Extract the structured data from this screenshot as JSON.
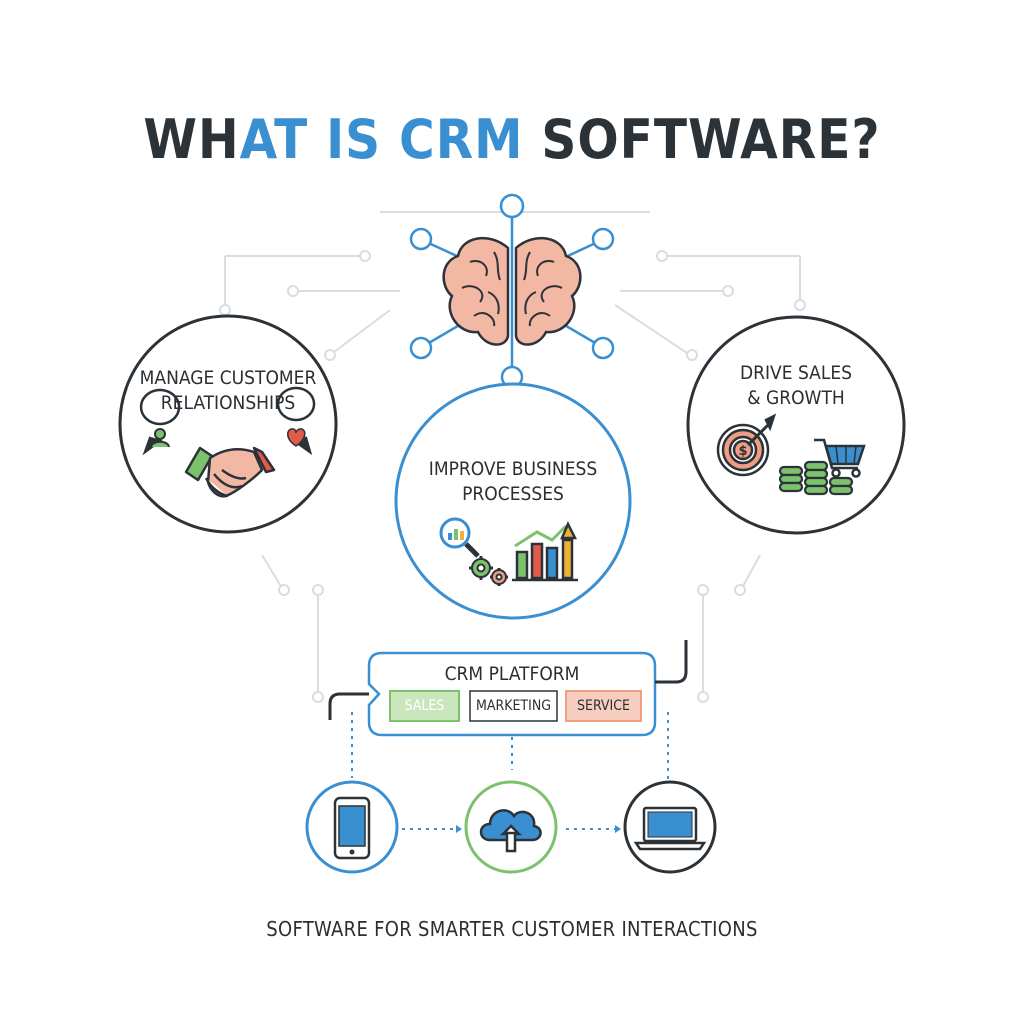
{
  "title": {
    "part1": "WH",
    "part2": "AT IS CRM",
    "part3": " SOFTWARE?"
  },
  "nodes": {
    "left": "MANAGE CUSTOMER\nRELATIONSHIPS",
    "center": "IMPROVE BUSINESS\nPROCESSES",
    "right": "DRIVE SALES\n& GROWTH"
  },
  "platform": {
    "title": "CRM PLATFORM",
    "tags": [
      "SALES",
      "MARKETING",
      "SERVICE"
    ]
  },
  "footer": "SOFTWARE FOR SMARTER CUSTOMER INTERACTIONS",
  "colors": {
    "dark": "#2b3238",
    "blue": "#3a8fd1",
    "green": "#7cc26c",
    "salmon": "#ef9e84",
    "brain": "#f3b8a4"
  },
  "icons": [
    "brain-icon",
    "user-speech-icon",
    "handshake-icon",
    "heart-speech-icon",
    "magnifier-chart-icon",
    "gears-icon",
    "bar-chart-icon",
    "target-dollar-icon",
    "coins-icon",
    "shopping-cart-icon",
    "smartphone-icon",
    "cloud-upload-icon",
    "laptop-icon"
  ]
}
